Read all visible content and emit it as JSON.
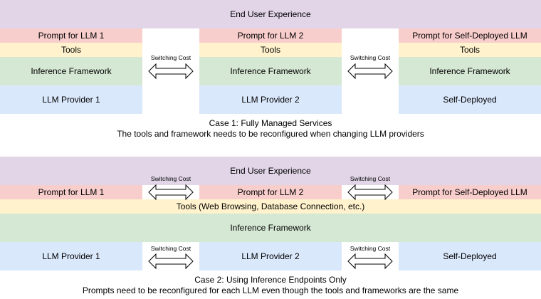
{
  "case1": {
    "user_experience": "End User Experience",
    "prompts": [
      "Prompt for LLM 1",
      "Prompt for LLM 2",
      "Prompt for Self-Deployed LLM"
    ],
    "tools": [
      "Tools",
      "Tools",
      "Tools"
    ],
    "frameworks": [
      "Inference Framework",
      "Inference Framework",
      "Inference Framework"
    ],
    "providers": [
      "LLM Provider 1",
      "LLM Provider 2",
      "Self-Deployed"
    ],
    "switching_cost_label": "Switching Cost",
    "caption_title": "Case 1: Fully Managed Services",
    "caption_text": "The tools and framework needs to be reconfigured when changing LLM providers"
  },
  "case2": {
    "user_experience": "End User Experience",
    "prompts": [
      "Prompt for LLM 1",
      "Prompt for LLM 2",
      "Prompt for Self-Deployed LLM"
    ],
    "tools": "Tools (Web Browsing, Database Connection, etc.)",
    "framework": "Inference Framework",
    "providers": [
      "LLM Provider 1",
      "LLM Provider 2",
      "Self-Deployed"
    ],
    "switching_cost_label": "Switching Cost",
    "caption_title": "Case 2: Using Inference Endpoints Only",
    "caption_text": "Prompts need to be reconfigured for each LLM even though the tools and frameworks are the same"
  }
}
